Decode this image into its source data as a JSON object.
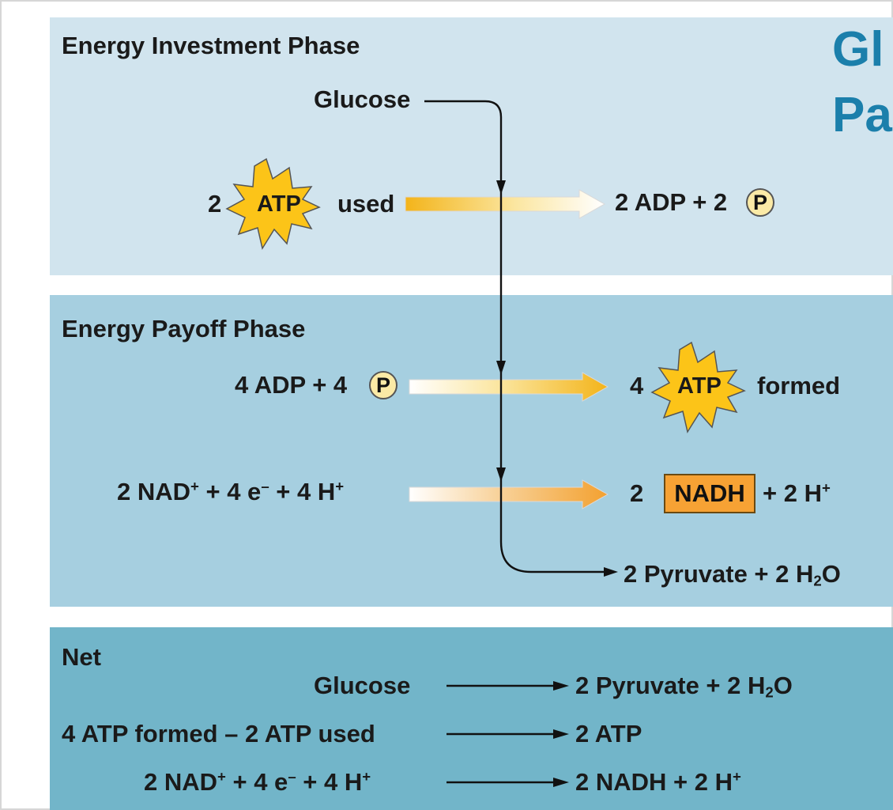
{
  "title_fragment": {
    "line1": "Gl",
    "line2": "Pa"
  },
  "investment": {
    "heading": "Energy Investment Phase",
    "glucose": "Glucose",
    "atp_count": "2",
    "atp_label": "ATP",
    "used": "used",
    "product_text": "2 ADP + 2",
    "phosphate": "P"
  },
  "payoff": {
    "heading": "Energy Payoff Phase",
    "adp_text": "4 ADP + 4",
    "phosphate": "P",
    "atp_count": "4",
    "atp_label": "ATP",
    "formed": "formed",
    "nad_left": {
      "a": "2 NAD",
      "a_sup": "+",
      "b": " +  4 e",
      "b_sup": "–",
      "c": " + 4 H",
      "c_sup": "+"
    },
    "nadh_count": "2",
    "nadh_label": "NADH",
    "nadh_tail": "+ 2 H",
    "nadh_tail_sup": "+",
    "pyruvate": "2 Pyruvate + 2 H",
    "pyruvate_sub": "2",
    "pyruvate_end": "O"
  },
  "net": {
    "heading": "Net",
    "rows": [
      {
        "left": "Glucose",
        "right": "2 Pyruvate + 2 H",
        "right_sub": "2",
        "right_end": "O"
      },
      {
        "left": "4 ATP formed – 2 ATP used",
        "right": "2 ATP"
      },
      {
        "left_a": "2 NAD",
        "left_a_sup": "+",
        "left_b": " +  4 e",
        "left_b_sup": "–",
        "left_c": "  + 4 H",
        "left_c_sup": "+",
        "right": "2 NADH + 2 H",
        "right_sup": "+"
      }
    ]
  },
  "colors": {
    "investment_bg": "#d1e4ee",
    "payoff_bg": "#a6cfe0",
    "net_bg": "#72b5c9",
    "title_blue": "#1b7fab",
    "atp_star": "#fcc418",
    "nadh_orange": "#f7a234",
    "phosphate_fill": "#fbeaa6"
  },
  "icons": [
    "atp-starburst-icon",
    "phosphate-circle-icon",
    "reaction-arrow-icon"
  ]
}
